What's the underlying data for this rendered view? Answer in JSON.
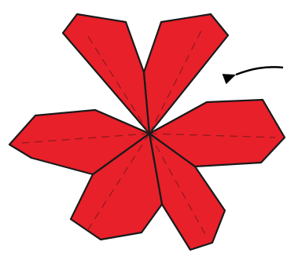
{
  "diagram": {
    "type": "folded-paper-flower",
    "petal_count": 6,
    "colors": {
      "petal_fill": "#e8202a",
      "outline": "#1a1a1a",
      "fold_line": "#8b1a1d",
      "arrow": "#000000",
      "background": "#ffffff"
    },
    "fold_lines_style": "dashed",
    "arrow": {
      "present": true,
      "icon": "curved-arrow-icon"
    }
  }
}
